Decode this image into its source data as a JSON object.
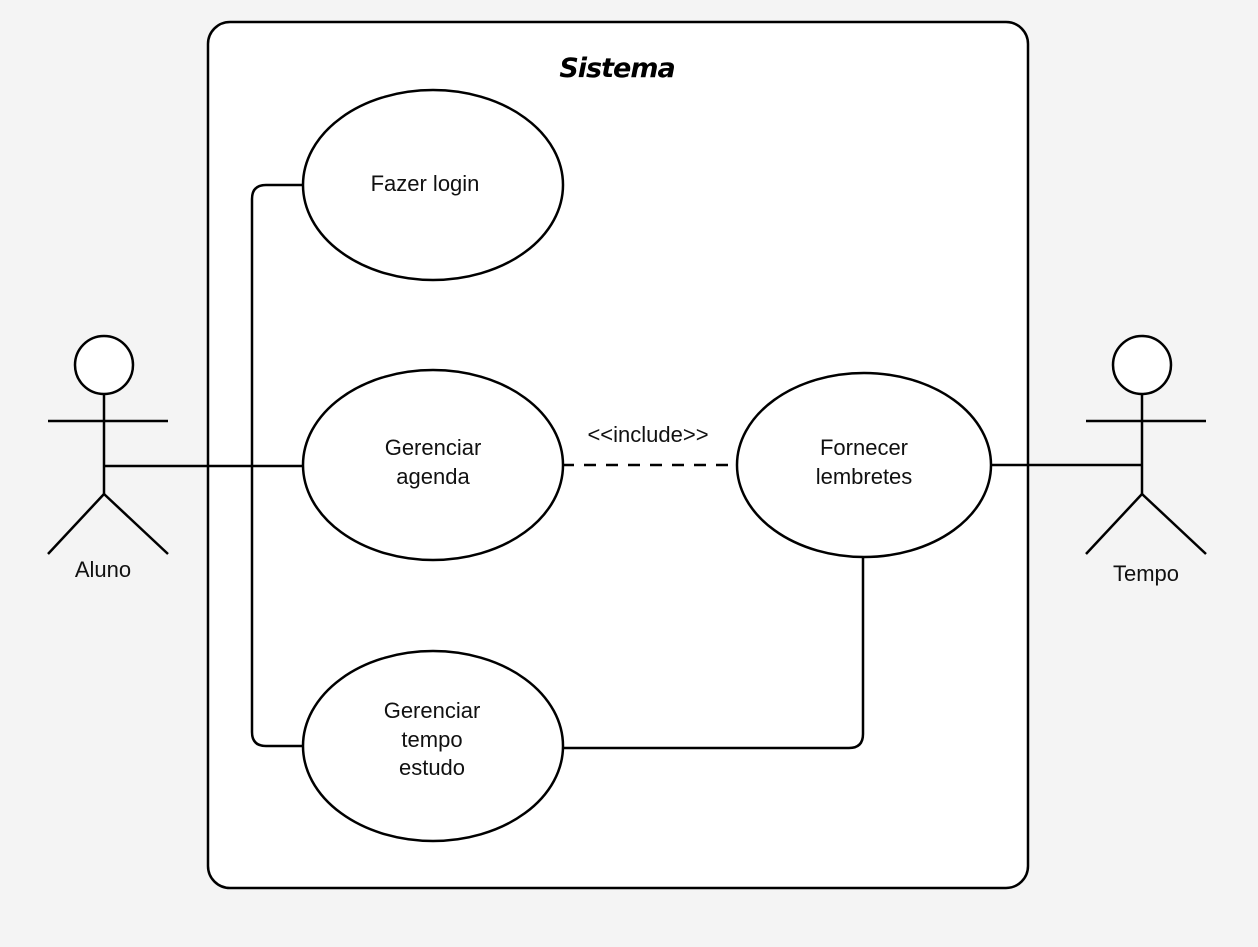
{
  "system": {
    "title": "Sistema"
  },
  "actors": {
    "left": {
      "name": "Aluno"
    },
    "right": {
      "name": "Tempo"
    }
  },
  "use_cases": {
    "login": {
      "lines": [
        "Fazer login"
      ]
    },
    "agenda": {
      "lines": [
        "Gerenciar",
        "agenda"
      ]
    },
    "estudo": {
      "lines": [
        "Gerenciar",
        "tempo",
        "estudo"
      ]
    },
    "lembretes": {
      "lines": [
        "Fornecer",
        "lembretes"
      ]
    }
  },
  "relations": {
    "include_label": "<<include>>"
  },
  "colors": {
    "background": "#f4f4f4",
    "stroke": "#000000",
    "fill": "#ffffff"
  }
}
